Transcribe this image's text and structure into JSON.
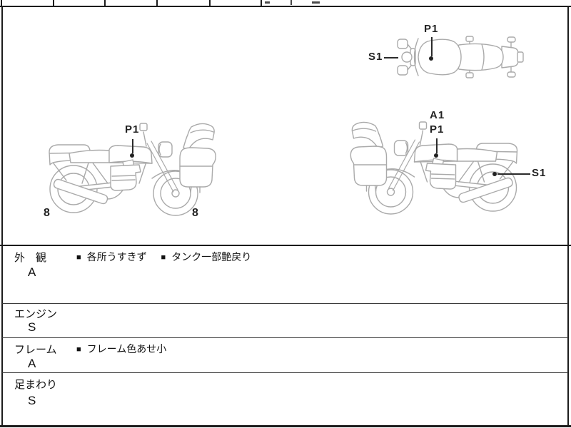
{
  "annotations": {
    "top_view": {
      "p1": "P1",
      "s1": "S1"
    },
    "left_view": {
      "p1": "P1",
      "rear_count": "8",
      "front_count": "8"
    },
    "right_view": {
      "a1": "A1",
      "p1": "P1",
      "s1": "S1"
    }
  },
  "inspection": {
    "bullet": "■",
    "rows": [
      {
        "label": "外　観",
        "grade": "A",
        "comments": [
          "各所うすきず",
          "タンク一部艶戻り"
        ]
      },
      {
        "label": "エンジン",
        "grade": "S",
        "comments": []
      },
      {
        "label": "フレーム",
        "grade": "A",
        "comments": [
          "フレーム色あせ小"
        ]
      },
      {
        "label": "足まわり",
        "grade": "S",
        "comments": []
      }
    ]
  },
  "colors": {
    "line_art": "#aaaaaa",
    "border": "#1c1c1c",
    "annotation": "#222222"
  }
}
